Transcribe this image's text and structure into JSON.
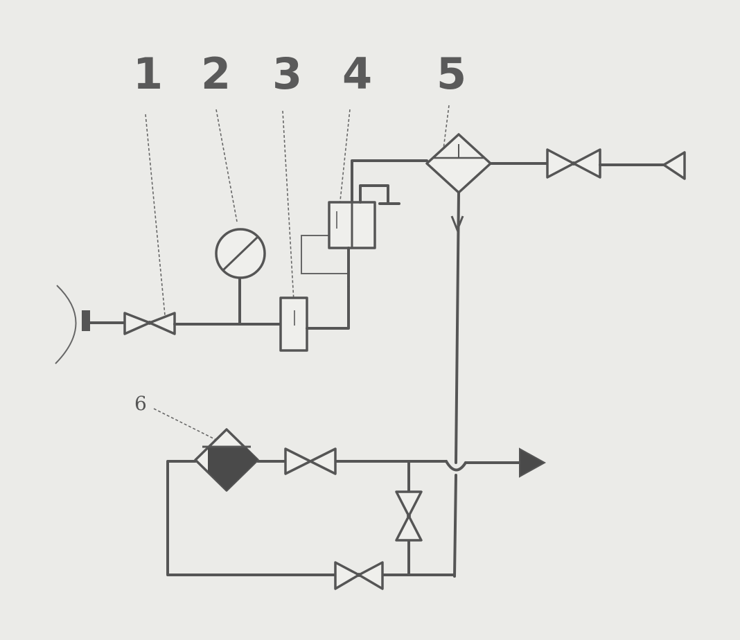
{
  "labels": {
    "l1": "1",
    "l2": "2",
    "l3": "3",
    "l4": "4",
    "l5": "5",
    "l6": "6"
  },
  "colors": {
    "background": "#ebebe8",
    "line": "#555555",
    "fill_dark": "#4a4a4a"
  }
}
